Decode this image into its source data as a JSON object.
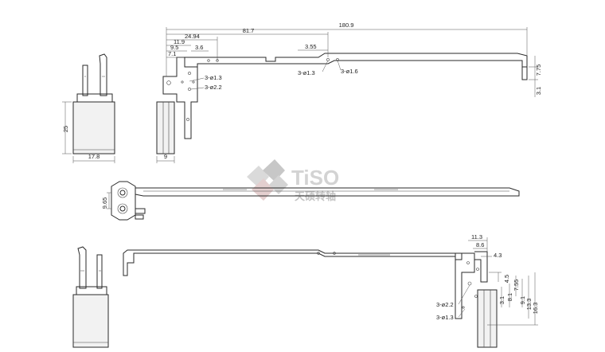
{
  "brand": {
    "name": "TiSO",
    "subtitle": "天硕转轴",
    "logo_colors": [
      "#d9d9d9",
      "#b8b8b8",
      "#e0c8c8"
    ]
  },
  "top_view": {
    "dim_width": "17.8",
    "dim_height": "25",
    "dim_depth": "9",
    "dims": {
      "overall": "180.9",
      "d81": "81.7",
      "d24": "24.94",
      "d11": "11.9",
      "d9": "9.5",
      "d7": "7.1",
      "d36": "3.6",
      "d355": "3.55",
      "h13a": "3-ø1.3",
      "h22a": "3-ø2.2",
      "h13b": "3-ø1.3",
      "h16": "3-ø1.6",
      "r775": "7.75",
      "r31": "3.1"
    }
  },
  "middle_view": {
    "dim_965": "9.65"
  },
  "bottom_view": {
    "dims": {
      "d113": "11.3",
      "d86": "8.6",
      "d43": "4.3",
      "d45": "4.5",
      "v31": "3.1",
      "v81": "8.1",
      "v755": "7.55",
      "v91": "9.1",
      "v133": "13.3",
      "v163": "16.3",
      "h22": "3-ø2.2",
      "h13": "3-ø1.3"
    }
  }
}
